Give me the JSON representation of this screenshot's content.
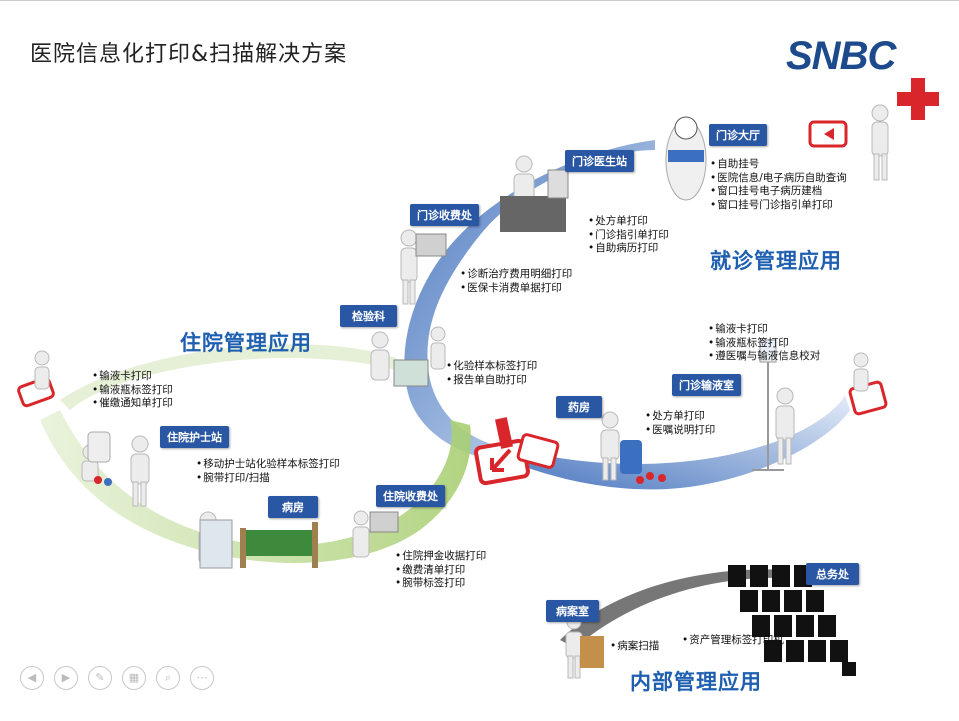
{
  "title": "医院信息化打印&扫描解决方案",
  "logo": "SNBC",
  "sections": {
    "outpatient": "就诊管理应用",
    "inpatient": "住院管理应用",
    "internal": "内部管理应用"
  },
  "nodes": {
    "menzhen_dating": {
      "label": "门诊大厅",
      "items": [
        "自助挂号",
        "医院信息/电子病历自助查询",
        "窗口挂号电子病历建档",
        "窗口挂号门诊指引单打印"
      ]
    },
    "menzhen_yisheng": {
      "label": "门诊医生站",
      "items": [
        "处方单打印",
        "门诊指引单打印",
        "自助病历打印"
      ]
    },
    "menzhen_shoufei": {
      "label": "门诊收费处",
      "items": [
        "诊断治疗费用明细打印",
        "医保卡消费单据打印"
      ]
    },
    "jianyanke": {
      "label": "检验科",
      "items": [
        "化验样本标签打印",
        "报告单自助打印"
      ]
    },
    "yaofang": {
      "label": "药房",
      "items": [
        "处方单打印",
        "医嘱说明打印"
      ]
    },
    "menzhen_shuye": {
      "label": "门诊输液室",
      "items": [
        "输液卡打印",
        "输液瓶标签打印",
        "遵医嘱与输液信息校对"
      ]
    },
    "zhuyuan_hushi": {
      "label": "住院护士站",
      "items": [
        "移动护士站化验样本标签打印",
        "腕带打印/扫描"
      ]
    },
    "zhuyuan_left": {
      "items": [
        "输液卡打印",
        "输液瓶标签打印",
        "催缴通知单打印"
      ]
    },
    "bingfang": {
      "label": "病房"
    },
    "zhuyuan_shoufei": {
      "label": "住院收费处",
      "items": [
        "住院押金收据打印",
        "缴费清单打印",
        "腕带标签打印"
      ]
    },
    "bingan": {
      "label": "病案室",
      "items": [
        "病案扫描"
      ]
    },
    "zongwu": {
      "label": "总务处",
      "items": [
        "资产管理标签打印机"
      ]
    }
  },
  "colors": {
    "accent": "#2a57a3",
    "heading": "#1f5fb0",
    "flow_light": "#c9daf0",
    "flow_dark": "#3b6fc0",
    "green": "#b8d98a",
    "red": "#d9262b"
  },
  "controls": [
    "prev-icon",
    "next-icon",
    "pen-icon",
    "slides-icon",
    "zoom-icon",
    "more-icon"
  ]
}
